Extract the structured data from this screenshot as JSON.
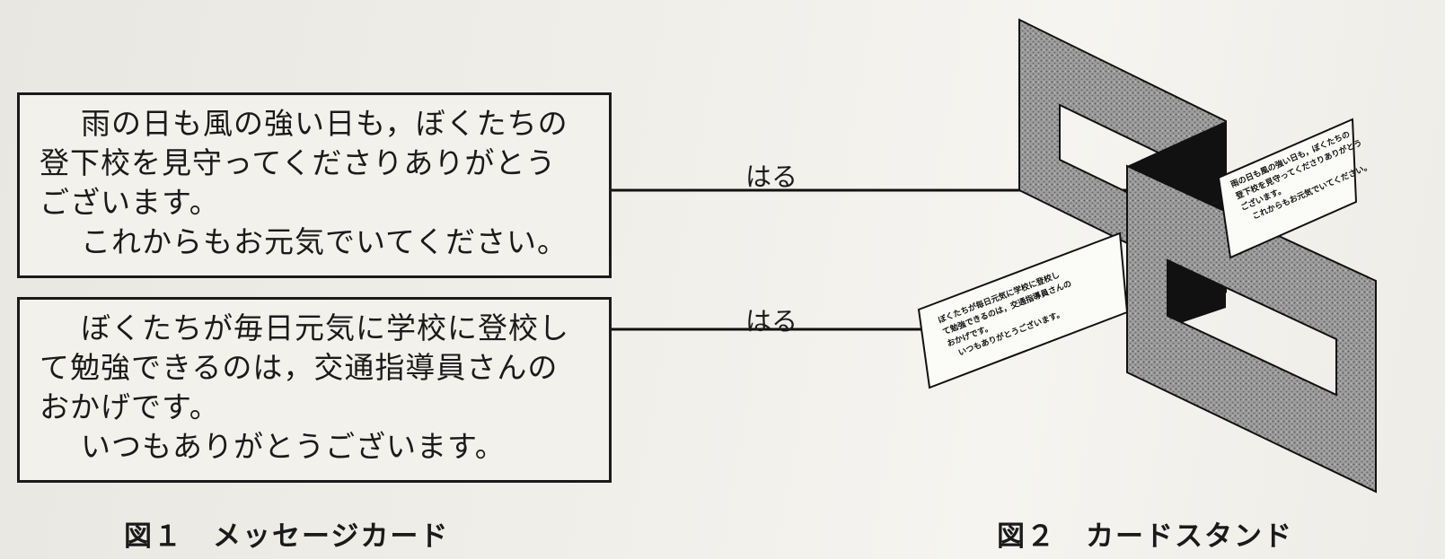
{
  "figure1": {
    "caption": "図１　メッセージカード",
    "card1": {
      "line1": "雨の日も風の強い日も，ぼくたちの",
      "line2": "登下校を見守ってくださりありがとう",
      "line3": "ございます。",
      "line4": "これからもお元気でいてください。"
    },
    "card2": {
      "line1": "ぼくたちが毎日元気に学校に登校し",
      "line2": "て勉強できるのは，交通指導員さんの",
      "line3": "おかげです。",
      "line4": "いつもありがとうございます。"
    }
  },
  "arrows": {
    "label1": "はる",
    "label2": "はる"
  },
  "figure2": {
    "caption": "図２　カードスタンド",
    "small_card1": {
      "line1": "雨の日も風の強い日も，ぼくたちの",
      "line2": "登下校を見守ってくださりありがとう",
      "line3": "ございます。",
      "line4": "これからもお元気でいてください。"
    },
    "small_card2": {
      "line1": "ぼくたちが毎日元気に学校に登校し",
      "line2": "て勉強できるのは，交通指導員さんの",
      "line3": "おかげです。",
      "line4": "いつもありがとうございます。"
    }
  }
}
